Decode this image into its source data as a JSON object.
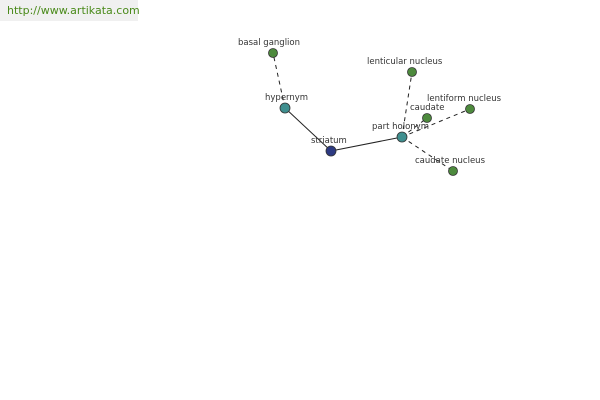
{
  "watermark": {
    "text": "http://www.artikata.com"
  },
  "colors": {
    "center": "#2d3a82",
    "relation": "#3f8f8f",
    "term": "#4d8a3d"
  },
  "graph": {
    "nodes": {
      "striatum": {
        "label": "striatum",
        "kind": "center",
        "icon": "circle"
      },
      "hypernym": {
        "label": "hypernym",
        "kind": "relation",
        "icon": "circle"
      },
      "part_holonym": {
        "label": "part holonym",
        "kind": "relation",
        "icon": "circle"
      },
      "basal_ganglion": {
        "label": "basal ganglion",
        "kind": "term",
        "icon": "circle"
      },
      "lenticular_nucleus": {
        "label": "lenticular nucleus",
        "kind": "term",
        "icon": "circle"
      },
      "caudate": {
        "label": "caudate",
        "kind": "term",
        "icon": "circle"
      },
      "lentiform_nucleus": {
        "label": "lentiform nucleus",
        "kind": "term",
        "icon": "circle"
      },
      "caudate_nucleus": {
        "label": "caudate nucleus",
        "kind": "term",
        "icon": "circle"
      }
    },
    "edges": [
      {
        "from": "striatum",
        "to": "hypernym",
        "style": "solid"
      },
      {
        "from": "striatum",
        "to": "part_holonym",
        "style": "solid"
      },
      {
        "from": "hypernym",
        "to": "basal_ganglion",
        "style": "dashed"
      },
      {
        "from": "part_holonym",
        "to": "lenticular_nucleus",
        "style": "dashed"
      },
      {
        "from": "part_holonym",
        "to": "caudate",
        "style": "dashed"
      },
      {
        "from": "part_holonym",
        "to": "lentiform_nucleus",
        "style": "dashed"
      },
      {
        "from": "part_holonym",
        "to": "caudate_nucleus",
        "style": "dashed"
      }
    ]
  }
}
